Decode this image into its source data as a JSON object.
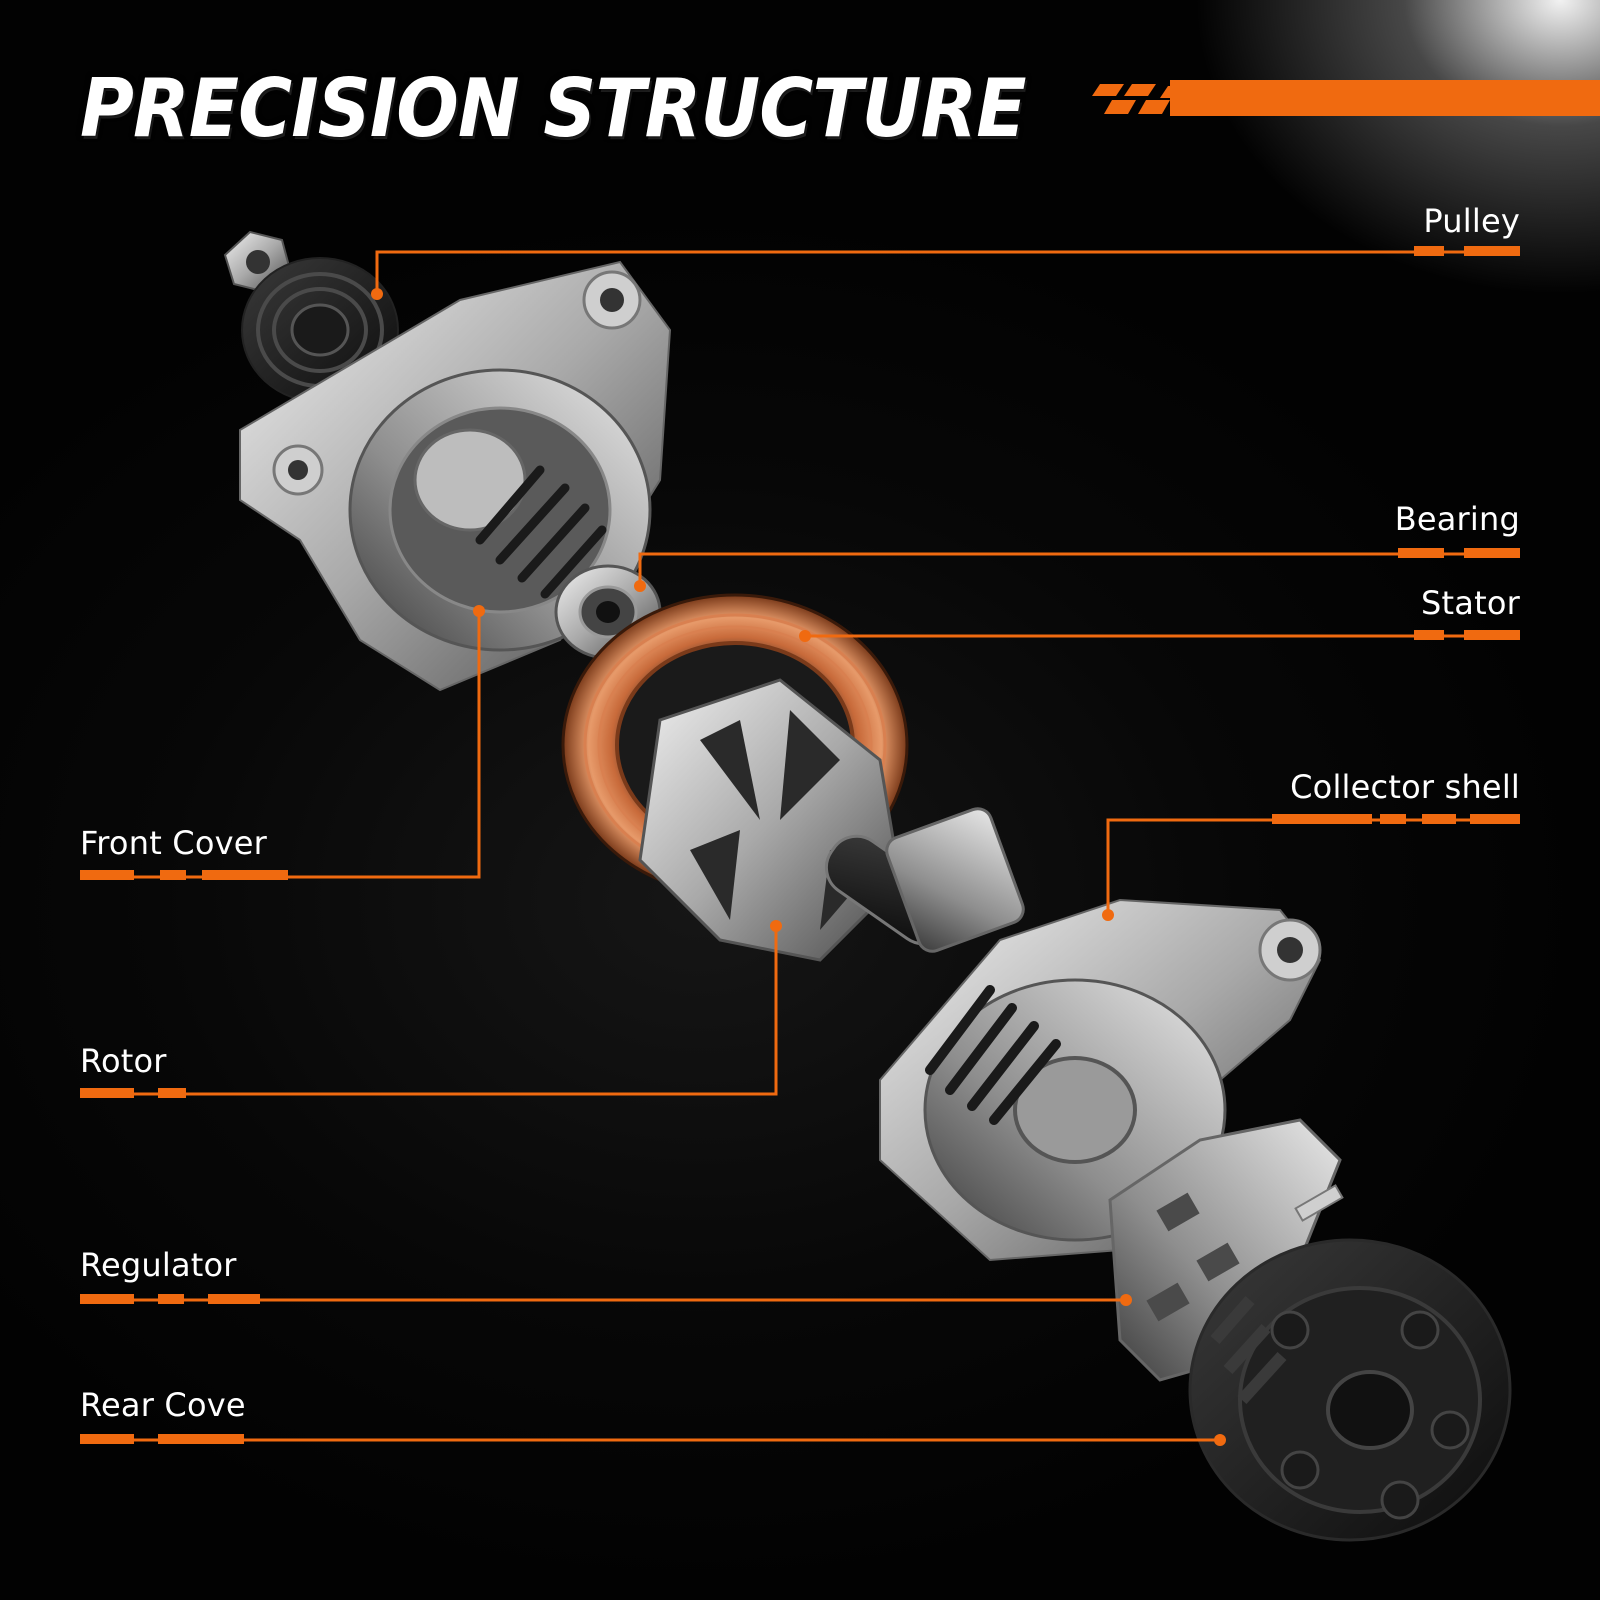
{
  "title": "PRECISION STRUCTURE",
  "colors": {
    "accent": "#f06a10",
    "background": "#050505",
    "text": "#ffffff"
  },
  "labels": {
    "pulley": "Pulley",
    "bearing": "Bearing",
    "stator": "Stator",
    "collector_shell": "Collector shell",
    "front_cover": "Front Cover",
    "rotor": "Rotor",
    "regulator": "Regulator",
    "rear_cover": "Rear Cove"
  }
}
